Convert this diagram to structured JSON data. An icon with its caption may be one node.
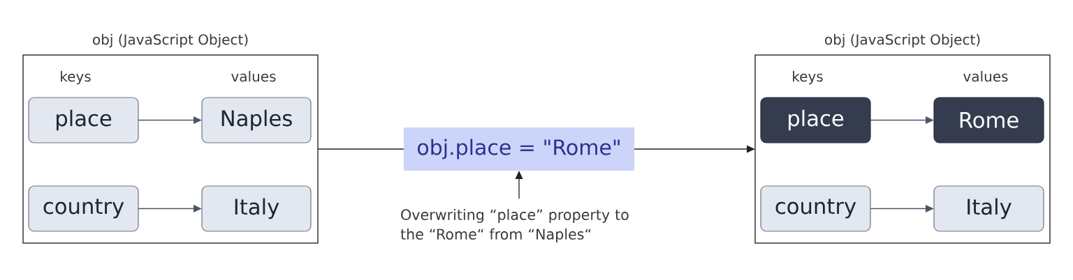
{
  "diagram": {
    "nodes": [
      {
        "text": [
          "obj (JavaScript Object)",
          "keys",
          "values"
        ]
      },
      {
        "text": [
          "place"
        ],
        "in": 0
      },
      {
        "text": [
          "Naples"
        ],
        "in": 0
      },
      {
        "text": [
          "country"
        ],
        "in": 0
      },
      {
        "text": [
          "Italy"
        ],
        "in": 0
      },
      {
        "text": [
          "obj.place = \"Rome\""
        ]
      },
      {
        "text": [
          "Overwriting “place” property to the “Rome“ from “Naples“"
        ]
      },
      {
        "text": [
          "obj (JavaScript Object)",
          "keys",
          "values"
        ]
      },
      {
        "text": [
          "place"
        ],
        "in": 7
      },
      {
        "text": [
          "Rome"
        ],
        "in": 7
      },
      {
        "text": [
          "country"
        ],
        "in": 7
      },
      {
        "text": [
          "Italy"
        ],
        "in": 7
      }
    ],
    "edges": [
      {
        "from": 1,
        "to": 2,
        "arrow": "to"
      },
      {
        "from": 3,
        "to": 4,
        "arrow": "to"
      },
      {
        "from": 0,
        "to": 5,
        "arrow": "none",
        "color": "#222222"
      },
      {
        "from": 5,
        "to": 7,
        "arrow": "to",
        "color": "#222222"
      },
      {
        "from": 6,
        "to": 5,
        "arrow": "to",
        "color": "#222222"
      },
      {
        "from": 8,
        "to": 9,
        "arrow": "to"
      },
      {
        "from": 10,
        "to": 11,
        "arrow": "to"
      }
    ]
  }
}
